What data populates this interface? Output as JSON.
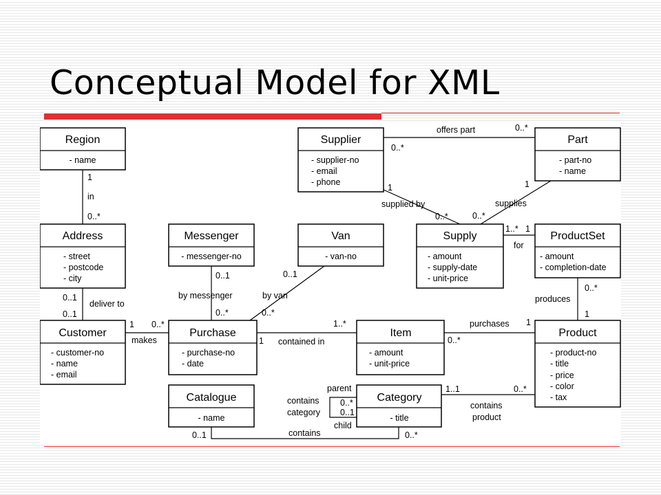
{
  "slide": {
    "title": "Conceptual Model for XML"
  },
  "entities": {
    "region": {
      "name": "Region",
      "attributes": [
        "- name"
      ]
    },
    "address": {
      "name": "Address",
      "attributes": [
        "- street",
        "- postcode",
        "- city"
      ]
    },
    "customer": {
      "name": "Customer",
      "attributes": [
        "- customer-no",
        "- name",
        "- email"
      ]
    },
    "messenger": {
      "name": "Messenger",
      "attributes": [
        "- messenger-no"
      ]
    },
    "van": {
      "name": "Van",
      "attributes": [
        "- van-no"
      ]
    },
    "purchase": {
      "name": "Purchase",
      "attributes": [
        "- purchase-no",
        "- date"
      ]
    },
    "catalogue": {
      "name": "Catalogue",
      "attributes": [
        "- name"
      ]
    },
    "supplier": {
      "name": "Supplier",
      "attributes": [
        "- supplier-no",
        "- email",
        "- phone"
      ]
    },
    "supply": {
      "name": "Supply",
      "attributes": [
        "- amount",
        "- supply-date",
        "- unit-price"
      ]
    },
    "item": {
      "name": "Item",
      "attributes": [
        "- amount",
        "- unit-price"
      ]
    },
    "category": {
      "name": "Category",
      "attributes": [
        "- title"
      ]
    },
    "part": {
      "name": "Part",
      "attributes": [
        "- part-no",
        "- name"
      ]
    },
    "productset": {
      "name": "ProductSet",
      "attributes": [
        "- amount",
        "- completion-date"
      ]
    },
    "product": {
      "name": "Product",
      "attributes": [
        "- product-no",
        "- title",
        "- price",
        "- color",
        "- tax"
      ]
    }
  },
  "relationships": {
    "region_address": {
      "label": "in",
      "region_card": "1",
      "address_card": "0..*"
    },
    "address_customer": {
      "label": "deliver to",
      "address_card": "0..1",
      "customer_card": "0..1"
    },
    "customer_purchase": {
      "label": "makes",
      "customer_card": "1",
      "purchase_card": "0..*"
    },
    "messenger_purchase": {
      "label": "by messenger",
      "messenger_card": "0..1",
      "purchase_card": "0..*"
    },
    "van_purchase": {
      "label": "by van",
      "van_card": "0..1",
      "purchase_card": "0..*"
    },
    "purchase_item": {
      "label": "contained in",
      "purchase_card": "1",
      "item_card": "1..*"
    },
    "item_product": {
      "label": "purchases",
      "item_card": "0..*",
      "product_card": "1"
    },
    "supplier_part": {
      "label": "offers part",
      "supplier_card": "0..*",
      "part_card": "0..*"
    },
    "supplier_supply": {
      "label": "supplied by",
      "supplier_card": "1",
      "supply_card": "0..*"
    },
    "part_supply": {
      "label": "supplies",
      "part_card": "1",
      "supply_card": "0..*"
    },
    "supply_productset": {
      "label": "for",
      "supply_card": "1..*",
      "productset_card": "1"
    },
    "productset_product": {
      "label": "produces",
      "productset_card": "0..*",
      "product_card": "1"
    },
    "category_self": {
      "label_parent": "parent",
      "label_child": "child",
      "label_contains_1": "contains",
      "label_contains_2": "category",
      "parent_card": "0..*",
      "child_card": "0..1"
    },
    "category_product": {
      "label_1": "contains",
      "label_2": "product",
      "category_card": "1..1",
      "product_card": "0..*"
    },
    "catalogue_category": {
      "label": "contains",
      "catalogue_card": "0..1",
      "category_card": "0..*"
    }
  }
}
